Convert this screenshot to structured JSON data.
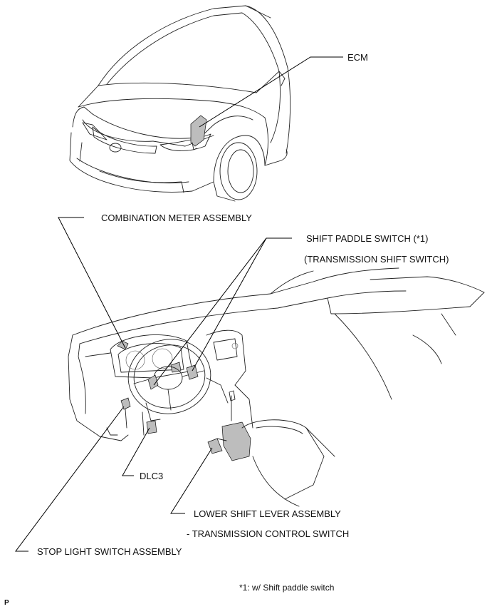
{
  "labels": {
    "ecm": "ECM",
    "combination_meter": "COMBINATION METER ASSEMBLY",
    "shift_paddle": "SHIFT PADDLE SWITCH   (*1)",
    "transmission_shift": "(TRANSMISSION SHIFT SWITCH)",
    "dlc3": "DLC3",
    "lower_shift_lever": "LOWER SHIFT LEVER ASSEMBLY",
    "transmission_control": "- TRANSMISSION CONTROL SWITCH",
    "stop_light": "STOP LIGHT SWITCH ASSEMBLY",
    "footnote": "*1: w/ Shift paddle switch",
    "figure_code": "P"
  }
}
